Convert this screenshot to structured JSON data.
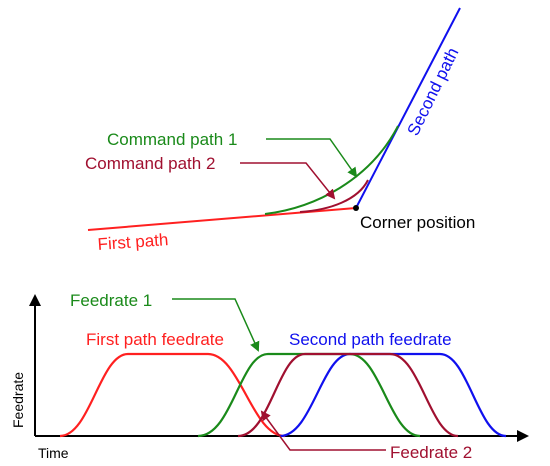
{
  "top_diagram": {
    "labels": {
      "second_path": "Second path",
      "command_path_1": "Command path 1",
      "command_path_2": "Command path 2",
      "corner_position": "Corner position",
      "first_path": "First path"
    }
  },
  "bottom_chart": {
    "labels": {
      "feedrate_1": "Feedrate 1",
      "first_path_feedrate": "First path feedrate",
      "second_path_feedrate": "Second path feedrate",
      "feedrate_2": "Feedrate 2",
      "y_axis": "Feedrate",
      "x_axis": "Time"
    }
  },
  "colors": {
    "first_path": "#ff2020",
    "second_path": "#1010ee",
    "command_path_1": "#1a8a1a",
    "command_path_2": "#a01030",
    "axis": "#000000"
  }
}
